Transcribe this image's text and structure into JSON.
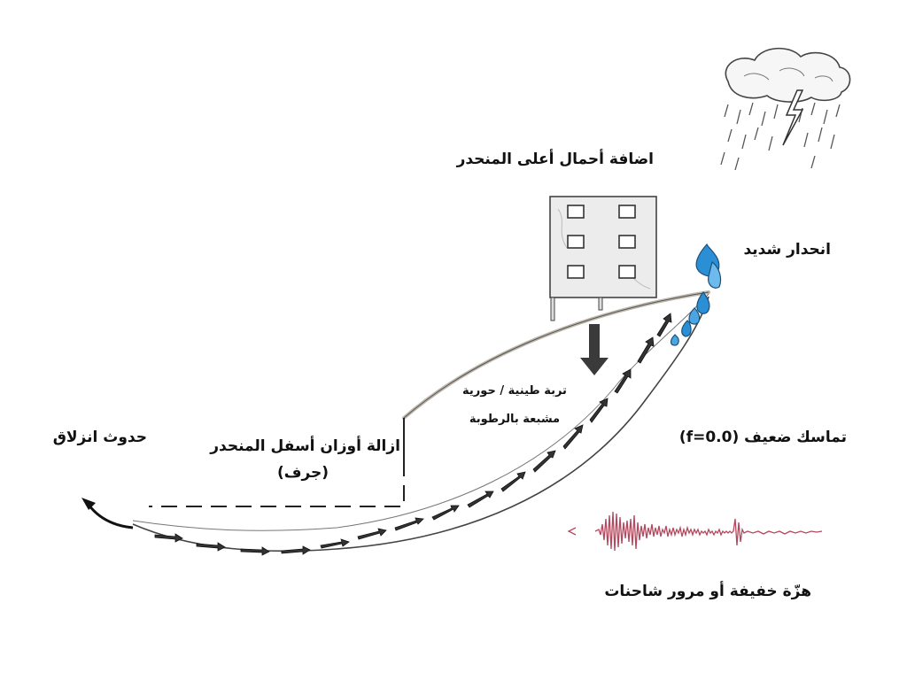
{
  "labels": {
    "top_load": "اضافة أحمال أعلى المنحدر",
    "steep_slope": "انحدار شديد",
    "soil_line1": "تربة طينية / حورية",
    "soil_line2": "مشبعة بالرطوبة",
    "weak_cohesion": "تماسك ضعيف (f=0.0)",
    "landslide": "حدوث انزلاق",
    "remove_weight": "ازالة أوزان أسفل المنحدر",
    "remove_weight_sub": "(جرف)",
    "vibration": "هزّة خفيفة  أو مرور شاحنات"
  },
  "icons": {
    "cloud": "rain-cloud-icon",
    "lightning": "lightning-icon",
    "building": "building-icon",
    "arrow": "down-arrow-icon",
    "water": "water-drop-icon",
    "seismograph": "seismograph-icon"
  },
  "colors": {
    "ink": "#111111",
    "slope": "#bdb7ac",
    "seismo": "#b5485e",
    "water": "#2a8fd4",
    "arrow_fill": "#333333"
  }
}
